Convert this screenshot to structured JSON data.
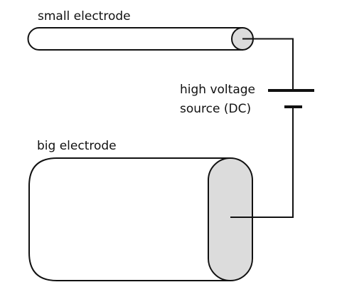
{
  "labels": {
    "small_electrode": "small electrode",
    "big_electrode": "big electrode",
    "source_line1": "high voltage",
    "source_line2": "source (DC)"
  },
  "colors": {
    "stroke": "#111111",
    "electrode_fill": "#ffffff",
    "tip_fill": "#dcdcdc"
  }
}
